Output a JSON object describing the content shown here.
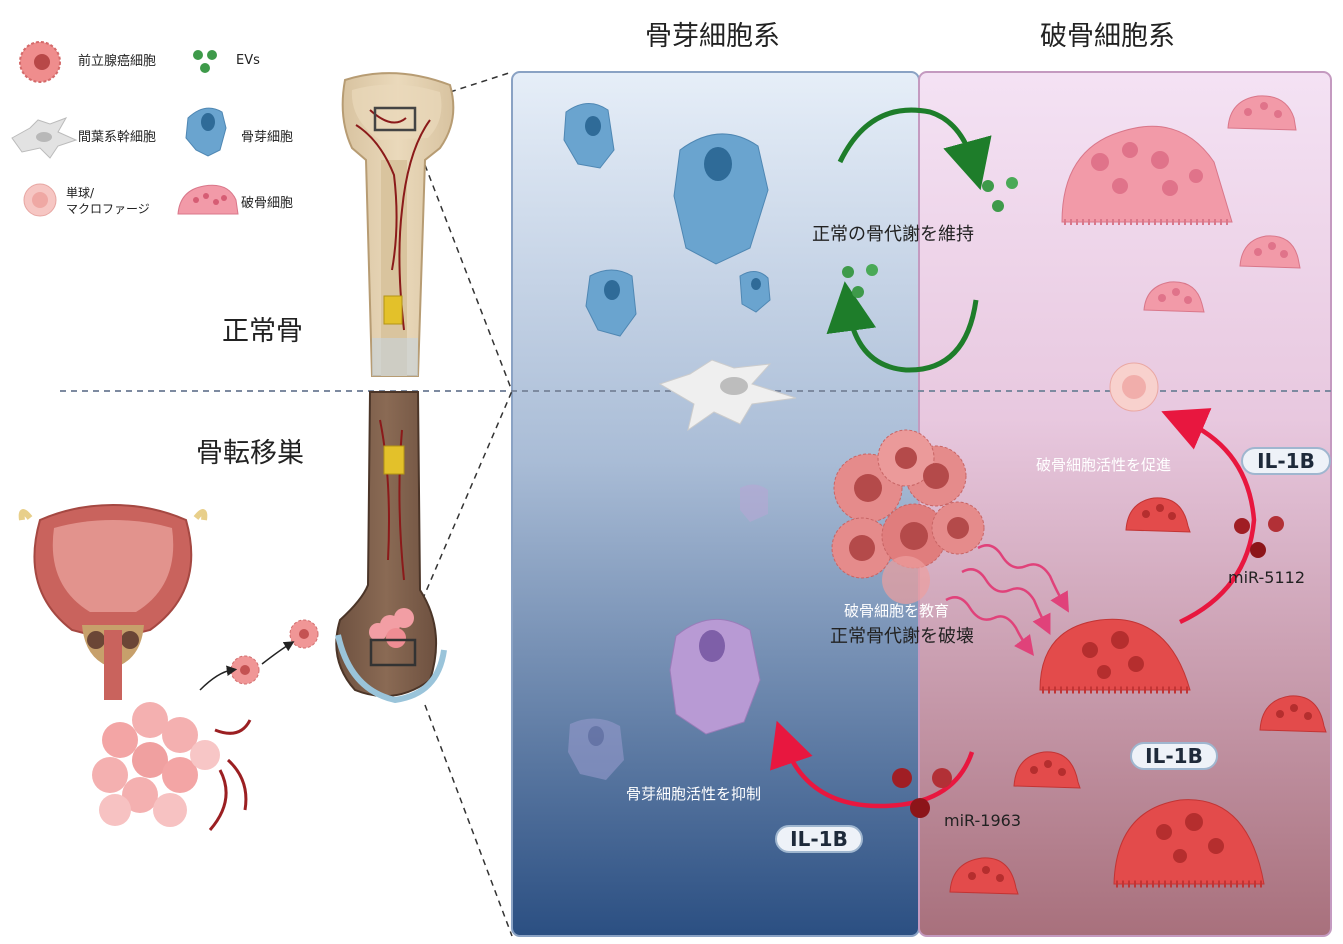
{
  "headers": {
    "osteoblast_lineage": "骨芽細胞系",
    "osteoclast_lineage": "破骨細胞系"
  },
  "side_labels": {
    "normal_bone": "正常骨",
    "bone_metastasis": "骨転移巣"
  },
  "legend": [
    {
      "icon": "prostate-cancer-cell-icon",
      "label": "前立腺癌細胞"
    },
    {
      "icon": "ev-icon",
      "label": "EVs"
    },
    {
      "icon": "mesenchymal-stem-cell-icon",
      "label": "間葉系幹細胞"
    },
    {
      "icon": "osteoblast-icon",
      "label": "骨芽細胞"
    },
    {
      "icon": "monocyte-macrophage-icon",
      "label_line1": "単球/",
      "label_line2": "マクロファージ"
    },
    {
      "icon": "osteoclast-icon",
      "label": "破骨細胞"
    }
  ],
  "annotations": {
    "maintain": "正常の骨代謝を維持",
    "promote": "破骨細胞活性を促進",
    "educate": "破骨細胞を教育",
    "disrupt": "正常骨代謝を破壊",
    "suppress": "骨芽細胞活性を抑制"
  },
  "mirnas": {
    "upper": "miR-5112",
    "lower": "miR-1963"
  },
  "badges": {
    "upper": "IL-1B",
    "middle": "IL-1B",
    "lower": "IL-1B"
  },
  "colors": {
    "osteoblast_panel_top": "#e6eef8",
    "osteoblast_panel_bottom": "#2b4f82",
    "osteoclast_panel_top": "#f4e2f4",
    "osteoclast_panel_bottom": "#a8707c",
    "green_arrow": "#1e7d2a",
    "red_arrow": "#e8173f",
    "osteoclast": "#e34b4b",
    "osteoblast": "#6aa4cf"
  }
}
